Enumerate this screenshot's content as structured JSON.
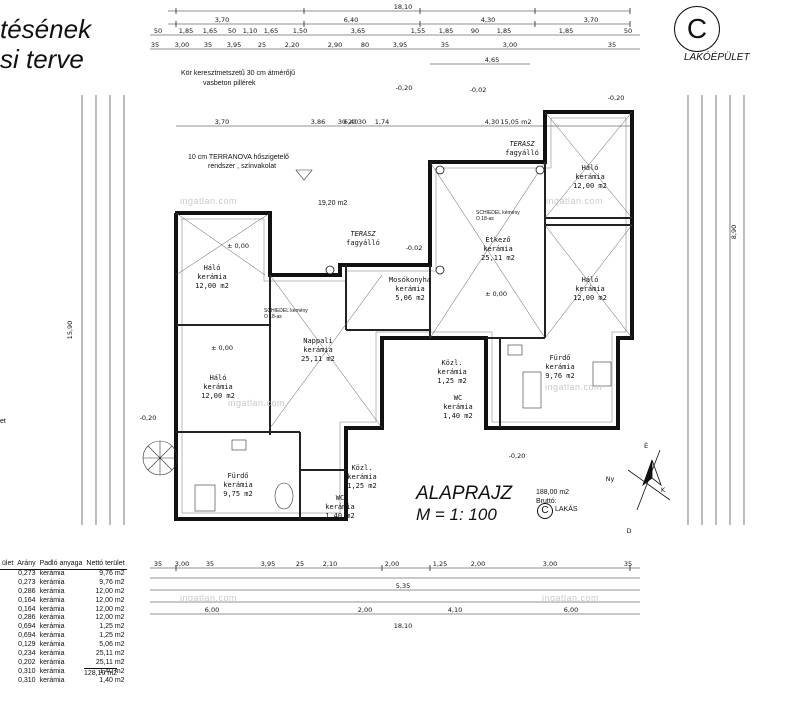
{
  "title": {
    "line1": "tésének",
    "line2": "si terve"
  },
  "building": {
    "badge": "C",
    "label": "LAKÓÉPÜLET"
  },
  "drawing": {
    "name": "ALAPRAJZ",
    "scale": "M = 1: 100",
    "brutto_area": "188,00 m2",
    "brutto_label": "Bruttó:",
    "unit_badge": "C",
    "unit_label": "LAKÁS"
  },
  "annotations": {
    "column_note_1": "Kör keresztmetszetű 30 cm átmérőjű",
    "column_note_2": "vasbeton pillérek",
    "insulation_1": "10 cm TERRANOVA hőszigetelő",
    "insulation_2": "rendszer , színvakolat",
    "terrace_area": "19,20 m2",
    "chimney_1": "SCHIEDEL kémény",
    "chimney_1b": "O 18-as",
    "chimney_2": "SCHIEDEL kémény",
    "chimney_2b": "O 18-as",
    "level_1": "-0,20",
    "level_2": "-0,02",
    "level_3": "± 0,00"
  },
  "rooms": [
    {
      "name": "Háló",
      "floor": "kerámia",
      "area": "12,00 m2"
    },
    {
      "name": "Háló",
      "floor": "kerámia",
      "area": "12,00 m2"
    },
    {
      "name": "Nappali",
      "floor": "kerámia",
      "area": "25,11 m2"
    },
    {
      "name": "Mosókonyha",
      "floor": "kerámia",
      "area": "5,06 m2"
    },
    {
      "name": "Étkező",
      "floor": "kerámia",
      "area": "25,11 m2"
    },
    {
      "name": "Háló",
      "floor": "kerámia",
      "area": "12,00 m2"
    },
    {
      "name": "Háló",
      "floor": "kerámia",
      "area": "12,00 m2"
    },
    {
      "name": "Fürdő",
      "floor": "kerámia",
      "area": "9,76 m2"
    },
    {
      "name": "Fürdő",
      "floor": "kerámia",
      "area": "9,75 m2"
    },
    {
      "name": "Közl.",
      "floor": "kerámia",
      "area": "1,25 m2"
    },
    {
      "name": "Közl.",
      "floor": "kerámia",
      "area": "1,25 m2"
    },
    {
      "name": "WC",
      "floor": "kerámia",
      "area": "1,40 m2"
    },
    {
      "name": "WC",
      "floor": "kerámia",
      "area": "1,40 m2"
    },
    {
      "name": "TERASZ",
      "floor": "fagyálló",
      "area": ""
    },
    {
      "name": "TERASZ",
      "floor": "fagyálló",
      "area": ""
    }
  ],
  "dimensions": {
    "top_total": "18,10",
    "top_row1": [
      "3,70",
      "6,40",
      "4,30",
      "3,70"
    ],
    "top_row2": [
      "50",
      "1,85",
      "1,65",
      "50",
      "1,10",
      "1,65",
      "1,50",
      "3,65",
      "1,55",
      "1,85",
      "90",
      "1,85",
      "1,85",
      "50"
    ],
    "top_row3": [
      "35",
      "3,00",
      "35",
      "3,95",
      "25",
      "2,20",
      "2,90",
      "80",
      "3,95",
      "35",
      "3,00",
      "35"
    ],
    "top_row4": "4,65",
    "inner_row": [
      "3,70",
      "6,40",
      "3,86",
      "30",
      "20",
      "30",
      "1,74",
      "4,30",
      "15,05 m2"
    ],
    "bottom_total": "18,10",
    "bottom_row": [
      "6,00",
      "2,00",
      "4,10",
      "6,00"
    ],
    "bottom_row2": [
      "35",
      "3,00",
      "35",
      "3,95",
      "25",
      "2,10",
      "2,00",
      "1,25",
      "2,00",
      "3,00",
      "35"
    ],
    "bottom_row3": "5,35",
    "right_total": "8,90",
    "left_total": "15,90",
    "compass": {
      "n": "É",
      "k": "K",
      "d": "D",
      "ny": "Ny"
    }
  },
  "room_table": {
    "headers": [
      "ület",
      "Arány",
      "Padló anyaga",
      "Nettó terület"
    ],
    "rows": [
      [
        "",
        "0,273",
        "kerámia",
        "9,76 m2"
      ],
      [
        "",
        "0,273",
        "kerámia",
        "9,76 m2"
      ],
      [
        "",
        "0,286",
        "kerámia",
        "12,00 m2"
      ],
      [
        "",
        "0,164",
        "kerámia",
        "12,00 m2"
      ],
      [
        "",
        "0,164",
        "kerámia",
        "12,00 m2"
      ],
      [
        "",
        "0,286",
        "kerámia",
        "12,00 m2"
      ],
      [
        "",
        "0,694",
        "kerámia",
        "1,25 m2"
      ],
      [
        "",
        "0,694",
        "kerámia",
        "1,25 m2"
      ],
      [
        "",
        "0,129",
        "kerámia",
        "5,06 m2"
      ],
      [
        "",
        "0,234",
        "kerámia",
        "25,11 m2"
      ],
      [
        "",
        "0,202",
        "kerámia",
        "25,11 m2"
      ],
      [
        "",
        "0,310",
        "kerámia",
        "1,40 m2"
      ],
      [
        "",
        "0,310",
        "kerámia",
        "1,40 m2"
      ]
    ],
    "total": "128,10 m2"
  },
  "watermark": "ingatlan.com",
  "side_text": "et"
}
